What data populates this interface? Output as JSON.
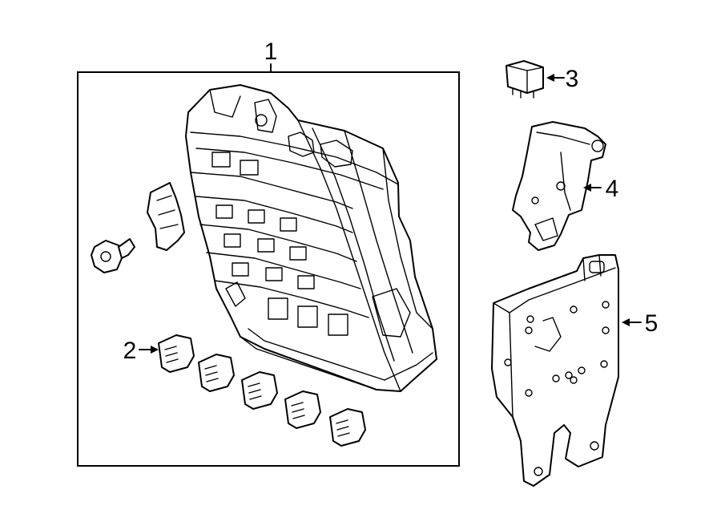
{
  "callouts": [
    {
      "id": "1",
      "label": "1"
    },
    {
      "id": "2",
      "label": "2"
    },
    {
      "id": "3",
      "label": "3"
    },
    {
      "id": "4",
      "label": "4"
    },
    {
      "id": "5",
      "label": "5"
    }
  ],
  "parts": [
    {
      "callout": "1",
      "icon": "fuse-box-assembly-icon"
    },
    {
      "callout": "2",
      "icon": "fuse-connector-icon"
    },
    {
      "callout": "3",
      "icon": "relay-icon"
    },
    {
      "callout": "4",
      "icon": "mounting-bracket-icon"
    },
    {
      "callout": "5",
      "icon": "control-module-icon"
    }
  ],
  "colors": {
    "line": "#000000",
    "background": "#ffffff"
  }
}
